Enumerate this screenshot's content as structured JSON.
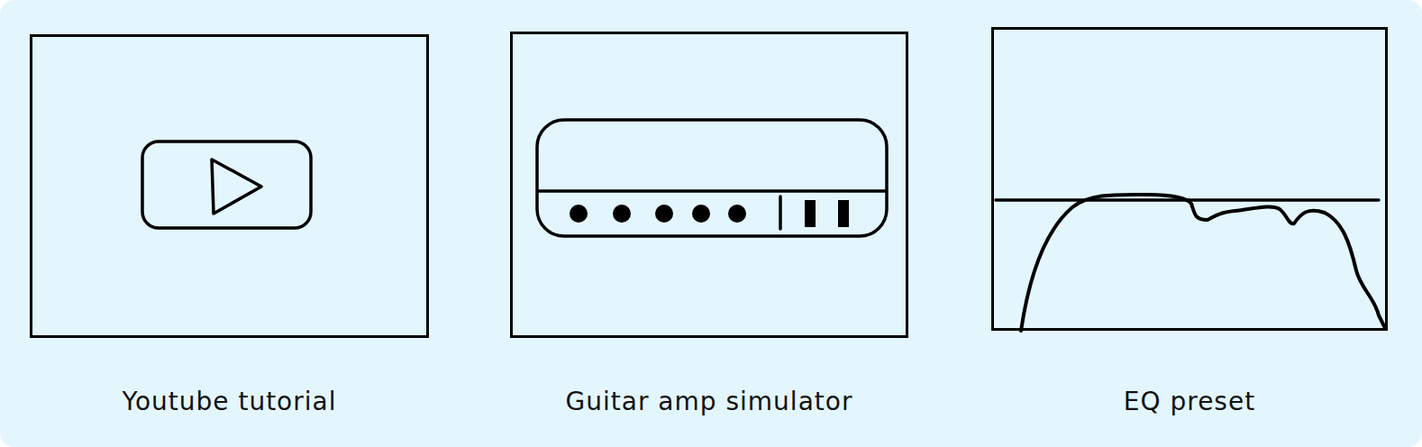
{
  "diagram": {
    "nodes": [
      {
        "text": [
          "Youtube tutorial"
        ]
      },
      {
        "text": [
          "Guitar amp simulator"
        ]
      },
      {
        "text": [
          "EQ preset"
        ]
      }
    ]
  }
}
